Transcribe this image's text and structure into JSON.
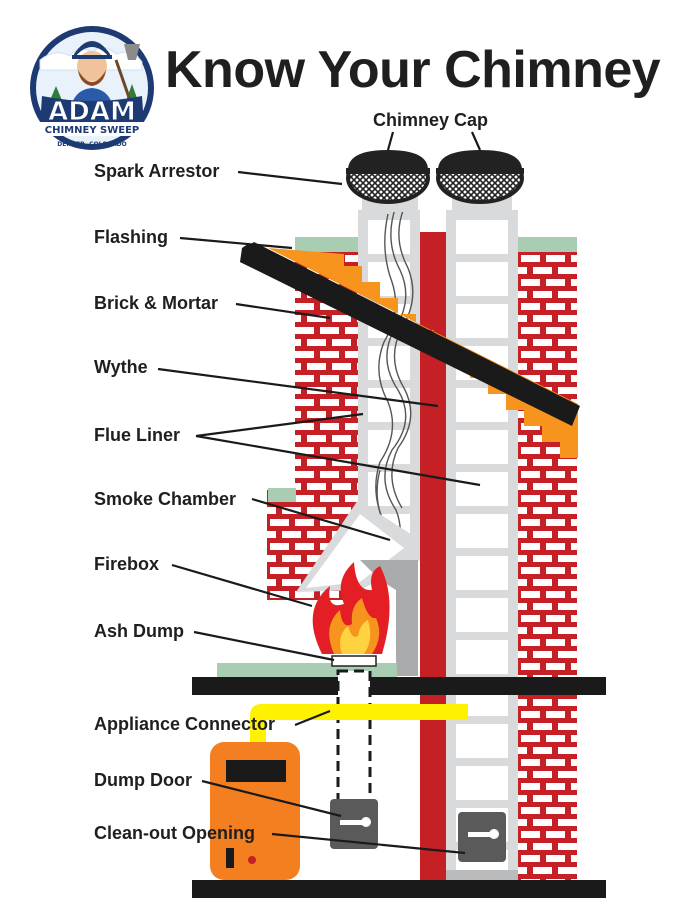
{
  "title": "Know Your Chimney",
  "logo": {
    "name": "ADAM",
    "sub": "CHIMNEY SWEEP",
    "location": "DENVER, COLORADO"
  },
  "labels": {
    "chimney_cap": "Chimney Cap",
    "spark_arrestor": "Spark Arrestor",
    "flashing": "Flashing",
    "brick_mortar": "Brick & Mortar",
    "wythe": "Wythe",
    "flue_liner": "Flue Liner",
    "smoke_chamber": "Smoke Chamber",
    "firebox": "Firebox",
    "ash_dump": "Ash Dump",
    "appliance_connector": "Appliance Connector",
    "dump_door": "Dump Door",
    "clean_out_opening": "Clean-out Opening"
  },
  "colors": {
    "brick": "#c42026",
    "mortar": "#ffffff",
    "flashing": "#f7941d",
    "roof": "#1a1a1a",
    "liner": "#d9dadb",
    "cap": "#222222",
    "concrete": "#a8cdb3",
    "connector": "#fff200",
    "appliance": "#f47f20"
  }
}
